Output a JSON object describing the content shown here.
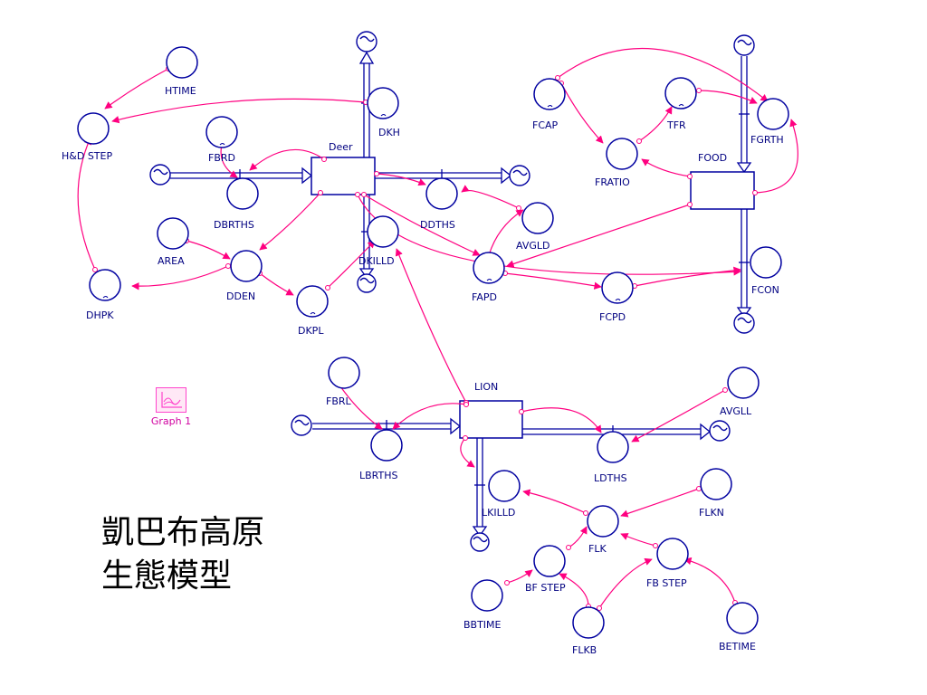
{
  "title_lines": [
    "凱巴布高原",
    "生態模型"
  ],
  "graph": {
    "label": "Graph 1"
  },
  "stocks": {
    "deer": "Deer",
    "food": "FOOD",
    "lion": "LION"
  },
  "flows": {
    "dkh": "DKH",
    "dbrths": "DBRTHS",
    "ddths": "DDTHS",
    "dkilld": "DKILLD",
    "fgrth": "FGRTH",
    "fcon": "FCON",
    "lbrths": "LBRTHS",
    "ldths": "LDTHS",
    "lkilld": "LKILLD"
  },
  "converters": {
    "htime": "HTIME",
    "hd_step": "H&D STEP",
    "fbrd": "FBRD",
    "area": "AREA",
    "dden": "DDEN",
    "dhpk": "DHPK",
    "dkpl": "DKPL",
    "fcap": "FCAP",
    "tfr": "TFR",
    "fratio": "FRATIO",
    "avgld": "AVGLD",
    "fapd": "FAPD",
    "fcpd": "FCPD",
    "fbrl": "FBRL",
    "avgll": "AVGLL",
    "flkn": "FLKN",
    "flk": "FLK",
    "bf_step": "BF STEP",
    "fb_step": "FB STEP",
    "bbtime": "BBTIME",
    "flkb": "FLKB",
    "betime": "BETIME"
  },
  "colors": {
    "structure": "#0000a0",
    "link": "#ff0080",
    "text": "#000080",
    "caption": "#000000"
  }
}
